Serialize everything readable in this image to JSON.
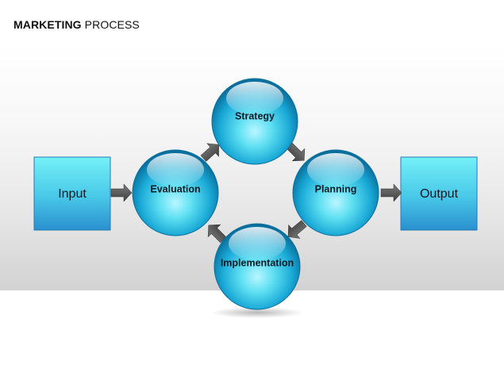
{
  "header": {
    "title_bold": "MARKETING",
    "title_rest": " PROCESS"
  },
  "diagram": {
    "input": {
      "label": "Input"
    },
    "output": {
      "label": "Output"
    },
    "nodes": {
      "strategy": "Strategy",
      "planning": "Planning",
      "implementation": "Implementation",
      "evaluation": "Evaluation"
    }
  },
  "colors": {
    "sphere_light": "#b9f6ff",
    "sphere_mid": "#3cd0ea",
    "sphere_dark": "#0a7fb0",
    "box_top": "#72eff7",
    "box_bottom": "#2b93d1",
    "arrow": "#555555"
  }
}
